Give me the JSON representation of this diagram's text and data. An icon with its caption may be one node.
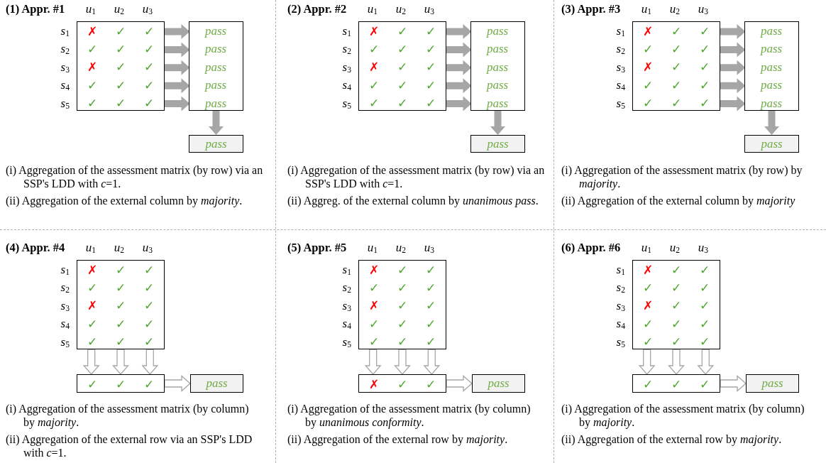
{
  "diagram": {
    "nodes": [
      {
        "text": [
          "✗",
          "✓",
          "✓",
          "✓",
          "✓",
          "✓",
          "✗",
          "✓",
          "✓",
          "✓",
          "✓",
          "✓",
          "✓",
          "✓",
          "✓"
        ]
      },
      {
        "text": [],
        "shape": "box"
      },
      {
        "text": [
          "pass"
        ],
        "in": 1
      },
      {
        "text": [
          "pass"
        ],
        "in": 1
      },
      {
        "text": [
          "pass"
        ],
        "in": 1
      },
      {
        "text": [
          "pass"
        ],
        "in": 1
      },
      {
        "text": [
          "pass"
        ],
        "in": 1
      },
      {
        "text": [
          "pass"
        ]
      },
      {
        "text": [
          "✗",
          "✓",
          "✓",
          "✓",
          "✓",
          "✓",
          "✗",
          "✓",
          "✓",
          "✓",
          "✓",
          "✓",
          "✓",
          "✓",
          "✓"
        ]
      },
      {
        "text": [],
        "shape": "box"
      },
      {
        "text": [
          "pass"
        ],
        "in": 9
      },
      {
        "text": [
          "pass"
        ],
        "in": 9
      },
      {
        "text": [
          "pass"
        ],
        "in": 9
      },
      {
        "text": [
          "pass"
        ],
        "in": 9
      },
      {
        "text": [
          "pass"
        ],
        "in": 9
      },
      {
        "text": [
          "pass"
        ]
      },
      {
        "text": [
          "✗",
          "✓",
          "✓",
          "✓",
          "✓",
          "✓",
          "✗",
          "✓",
          "✓",
          "✓",
          "✓",
          "✓",
          "✓",
          "✓",
          "✓"
        ]
      },
      {
        "text": [],
        "shape": "box"
      },
      {
        "text": [
          "pass"
        ],
        "in": 17
      },
      {
        "text": [
          "pass"
        ],
        "in": 17
      },
      {
        "text": [
          "pass"
        ],
        "in": 17
      },
      {
        "text": [
          "pass"
        ],
        "in": 17
      },
      {
        "text": [
          "pass"
        ],
        "in": 17
      },
      {
        "text": [
          "pass"
        ]
      },
      {
        "text": [
          "✗",
          "✓",
          "✓",
          "✓",
          "✓",
          "✓",
          "✗",
          "✓",
          "✓",
          "✓",
          "✓",
          "✓",
          "✓",
          "✓",
          "✓"
        ]
      },
      {
        "text": [
          "✓",
          "✓",
          "✓"
        ]
      },
      {
        "text": [
          "pass"
        ]
      },
      {
        "text": [
          "✗",
          "✓",
          "✓",
          "✓",
          "✓",
          "✓",
          "✗",
          "✓",
          "✓",
          "✓",
          "✓",
          "✓",
          "✓",
          "✓",
          "✓"
        ]
      },
      {
        "text": [
          "✗",
          "✓",
          "✓"
        ]
      },
      {
        "text": [
          "pass"
        ]
      },
      {
        "text": [
          "✗",
          "✓",
          "✓",
          "✓",
          "✓",
          "✓",
          "✗",
          "✓",
          "✓",
          "✓",
          "✓",
          "✓",
          "✓",
          "✓",
          "✓"
        ]
      },
      {
        "text": [
          "✓",
          "✓",
          "✓"
        ]
      },
      {
        "text": [
          "pass"
        ]
      }
    ],
    "edges": [
      {
        "from": 0,
        "to": 2,
        "arrow": "to",
        "style": "thick"
      },
      {
        "from": 0,
        "to": 3,
        "arrow": "to",
        "style": "thick"
      },
      {
        "from": 0,
        "to": 4,
        "arrow": "to",
        "style": "thick"
      },
      {
        "from": 0,
        "to": 5,
        "arrow": "to",
        "style": "thick"
      },
      {
        "from": 0,
        "to": 6,
        "arrow": "to",
        "style": "thick"
      },
      {
        "from": 1,
        "to": 7,
        "arrow": "to",
        "style": "thick"
      },
      {
        "from": 8,
        "to": 10,
        "arrow": "to",
        "style": "thick"
      },
      {
        "from": 8,
        "to": 11,
        "arrow": "to",
        "style": "thick"
      },
      {
        "from": 8,
        "to": 12,
        "arrow": "to",
        "style": "thick"
      },
      {
        "from": 8,
        "to": 13,
        "arrow": "to",
        "style": "thick"
      },
      {
        "from": 8,
        "to": 14,
        "arrow": "to",
        "style": "thick"
      },
      {
        "from": 9,
        "to": 15,
        "arrow": "to",
        "style": "thick"
      },
      {
        "from": 16,
        "to": 18,
        "arrow": "to",
        "style": "thick"
      },
      {
        "from": 16,
        "to": 19,
        "arrow": "to",
        "style": "thick"
      },
      {
        "from": 16,
        "to": 20,
        "arrow": "to",
        "style": "thick"
      },
      {
        "from": 16,
        "to": 21,
        "arrow": "to",
        "style": "thick"
      },
      {
        "from": 16,
        "to": 22,
        "arrow": "to",
        "style": "thick"
      },
      {
        "from": 17,
        "to": 23,
        "arrow": "to",
        "style": "thick"
      },
      {
        "from": 24,
        "to": 25,
        "arrow": "to",
        "style": "thick",
        "color": "#ffffff"
      },
      {
        "from": 24,
        "to": 25,
        "arrow": "to",
        "style": "thick",
        "color": "#ffffff"
      },
      {
        "from": 24,
        "to": 25,
        "arrow": "to",
        "style": "thick",
        "color": "#ffffff"
      },
      {
        "from": 25,
        "to": 26,
        "arrow": "to",
        "style": "thick",
        "color": "#ffffff"
      },
      {
        "from": 27,
        "to": 28,
        "arrow": "to",
        "style": "thick",
        "color": "#ffffff"
      },
      {
        "from": 27,
        "to": 28,
        "arrow": "to",
        "style": "thick",
        "color": "#ffffff"
      },
      {
        "from": 27,
        "to": 28,
        "arrow": "to",
        "style": "thick",
        "color": "#ffffff"
      },
      {
        "from": 28,
        "to": 29,
        "arrow": "to",
        "style": "thick",
        "color": "#ffffff"
      },
      {
        "from": 30,
        "to": 31,
        "arrow": "to",
        "style": "thick",
        "color": "#ffffff"
      },
      {
        "from": 30,
        "to": 31,
        "arrow": "to",
        "style": "thick",
        "color": "#ffffff"
      },
      {
        "from": 30,
        "to": 31,
        "arrow": "to",
        "style": "thick",
        "color": "#ffffff"
      },
      {
        "from": 31,
        "to": 32,
        "arrow": "to",
        "style": "thick",
        "color": "#ffffff"
      }
    ],
    "labels": [
      "(1) Appr. #1",
      "*u*$_{1}$",
      "*u*$_{2}$",
      "*u*$_{3}$",
      "*s*$_{1}$",
      "*s*$_{2}$",
      "*s*$_{3}$",
      "*s*$_{4}$",
      "*s*$_{5}$",
      "(i) Aggregation of the assessment matrix (by row) via an SSP's LDD with *c*=1.",
      "(ii) Aggregation of the external column by *majority*.",
      "(2) Appr. #2",
      "*u*$_{1}$",
      "*u*$_{2}$",
      "*u*$_{3}$",
      "*s*$_{1}$",
      "*s*$_{2}$",
      "*s*$_{3}$",
      "*s*$_{4}$",
      "*s*$_{5}$",
      "(i) Aggregation of the assessment matrix (by row) via an SSP's LDD with *c*=1.",
      "(ii) Aggreg. of the external column by *unanimous pass*.",
      "(3) Appr. #3",
      "*u*$_{1}$",
      "*u*$_{2}$",
      "*u*$_{3}$",
      "*s*$_{1}$",
      "*s*$_{2}$",
      "*s*$_{3}$",
      "*s*$_{4}$",
      "*s*$_{5}$",
      "(i) Aggregation of the assessment matrix (by row) by *majority*.",
      "(ii) Aggregation of the external column by *majority*",
      "(4) Appr. #4",
      "*u*$_{1}$",
      "*u*$_{2}$",
      "*u*$_{3}$",
      "*s*$_{1}$",
      "*s*$_{2}$",
      "*s*$_{3}$",
      "*s*$_{4}$",
      "*s*$_{5}$",
      "(i) Aggregation of the assessment matrix (by column) by *majority*.",
      "(ii) Aggregation of the external row via an SSP's LDD with *c*=1.",
      "(5) Appr. #5",
      "*u*$_{1}$",
      "*u*$_{2}$",
      "*u*$_{3}$",
      "*s*$_{1}$",
      "*s*$_{2}$",
      "*s*$_{3}$",
      "*s*$_{4}$",
      "*s*$_{5}$",
      "(i) Aggregation of the assessment matrix (by column) by *unanimous conformity*.",
      "(ii) Aggregation of the external row by *majority*.",
      "(6) Appr. #6",
      "*u*$_{1}$",
      "*u*$_{2}$",
      "*u*$_{3}$",
      "*s*$_{1}$",
      "*s*$_{2}$",
      "*s*$_{3}$",
      "*s*$_{4}$",
      "*s*$_{5}$",
      "(i) Aggregation of the assessment matrix (by column) by *majority*.",
      "(ii) Aggregation of the external row by *majority*."
    ]
  }
}
